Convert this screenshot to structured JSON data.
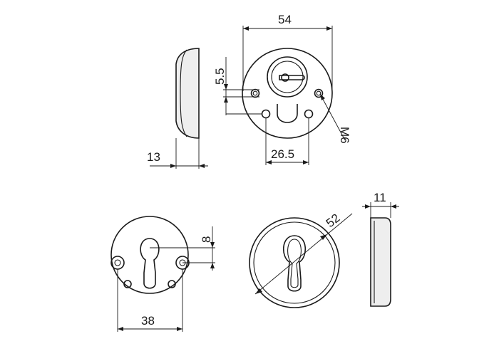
{
  "dimensions": {
    "width_top": "54",
    "height_screw": "5.5",
    "thread": "M6",
    "thickness_side_top": "13",
    "screw_spacing": "26.5",
    "diameter_front": "52",
    "slot_offset": "8",
    "hole_spacing": "38",
    "thickness_side_bottom": "11"
  }
}
